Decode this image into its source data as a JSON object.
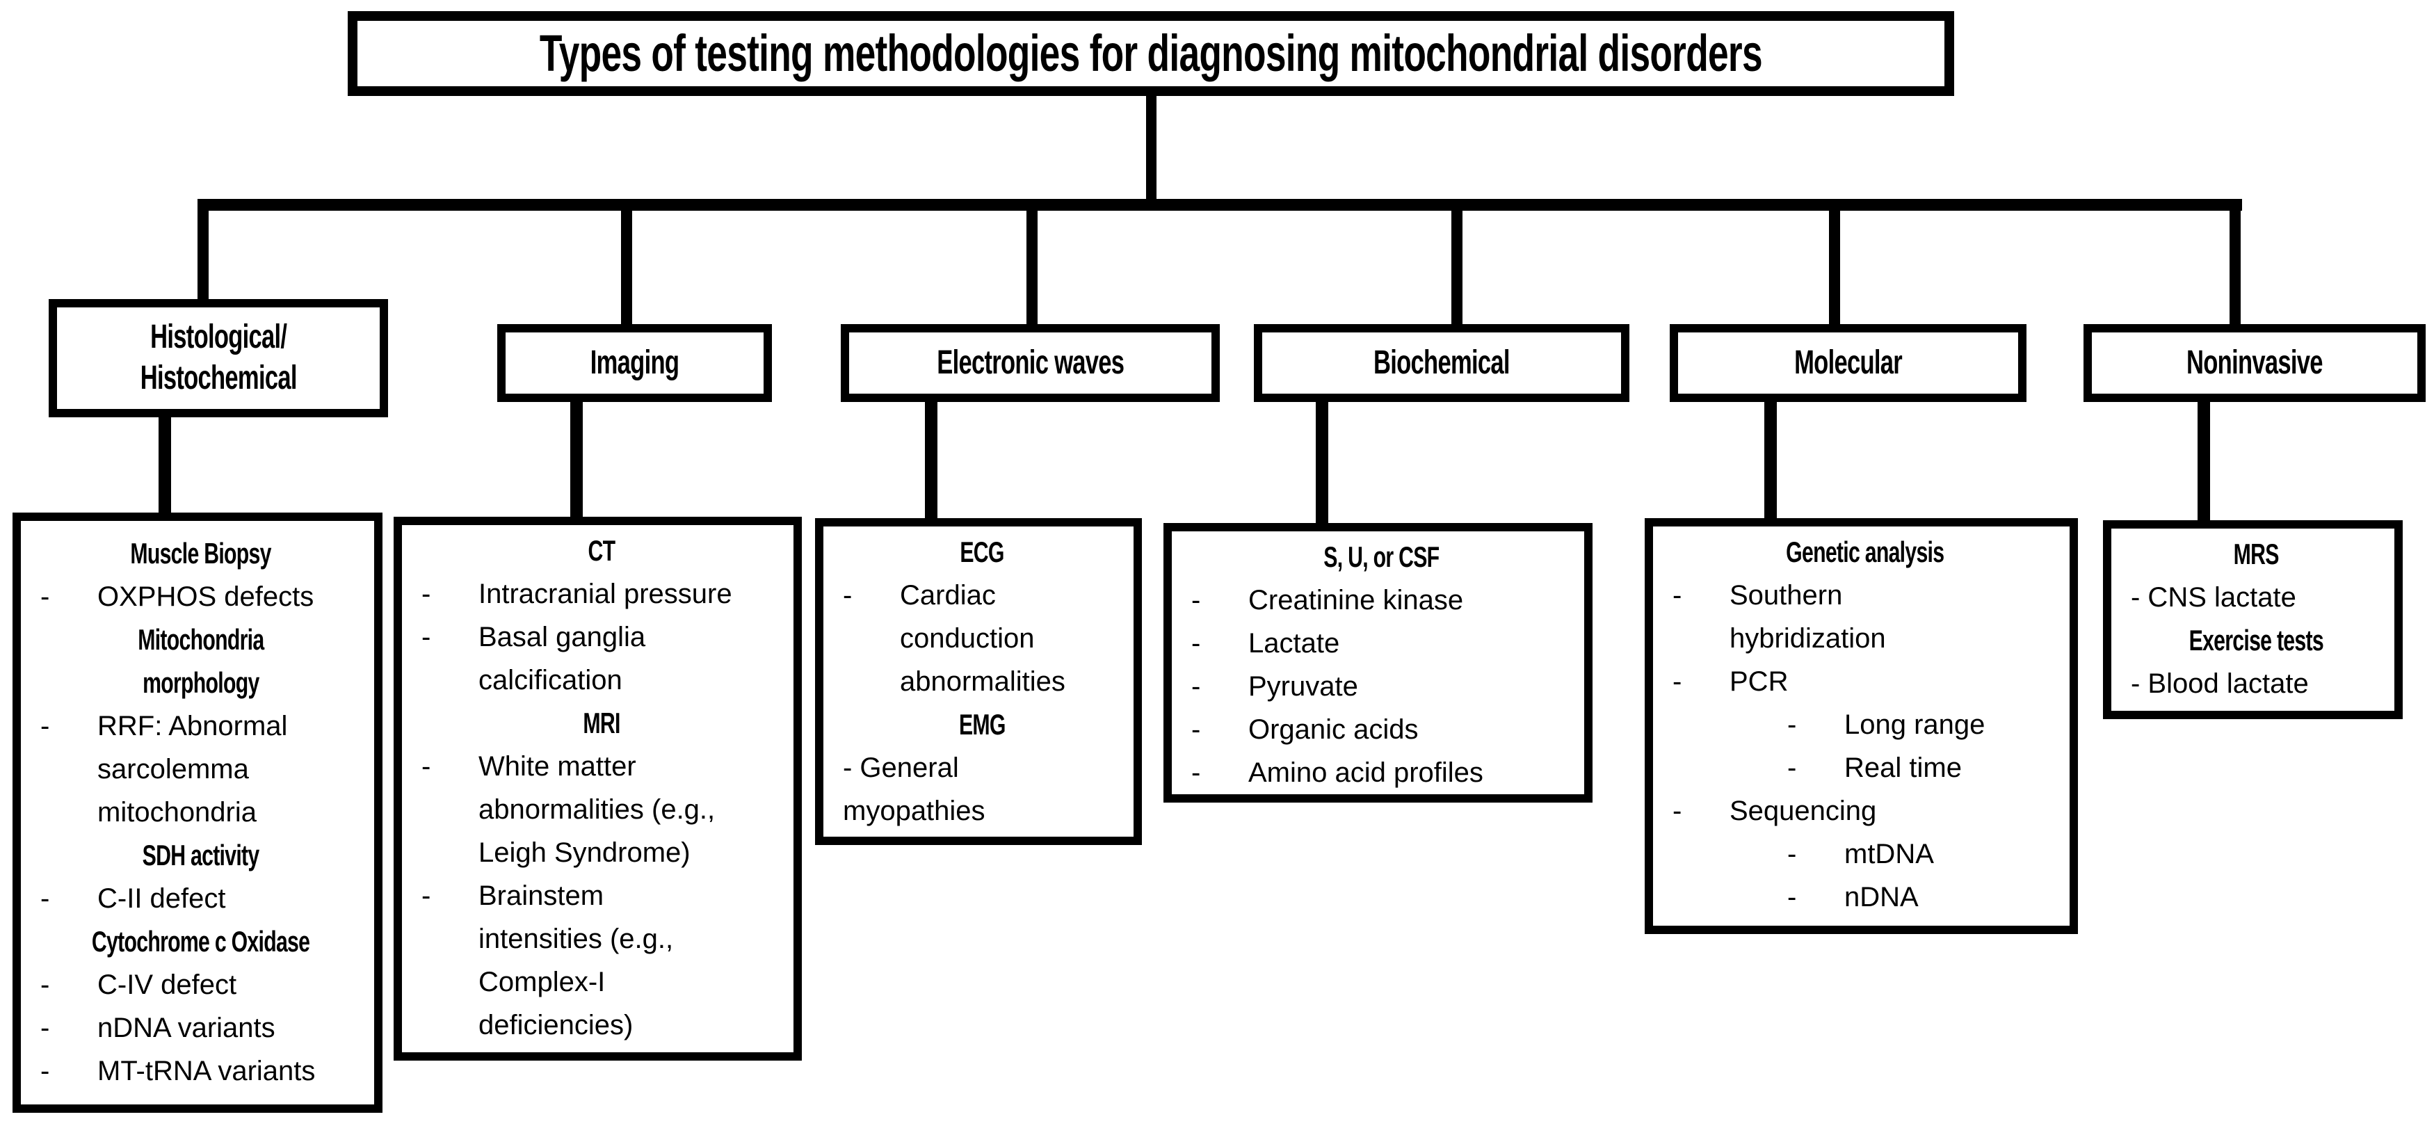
{
  "title": "Types of testing methodologies for diagnosing mitochondrial disorders",
  "dash": "-",
  "colors": {
    "foreground": "#000000",
    "background": "#ffffff"
  },
  "branches": [
    {
      "label": "Histological/\nHistochemical"
    },
    {
      "label": "Imaging"
    },
    {
      "label": "Electronic waves"
    },
    {
      "label": "Biochemical"
    },
    {
      "label": "Molecular"
    },
    {
      "label": "Noninvasive"
    }
  ],
  "boxes": [
    {
      "category": "Histological/Histochemical",
      "content": [
        {
          "type": "h",
          "text": "Muscle Biopsy"
        },
        {
          "type": "li",
          "text": "OXPHOS defects"
        },
        {
          "type": "h",
          "text": "Mitochondria\nmorphology"
        },
        {
          "type": "li",
          "text": "RRF: Abnormal\nsarcolemma\nmitochondria"
        },
        {
          "type": "h",
          "text": "SDH activity"
        },
        {
          "type": "li",
          "text": "C-II defect"
        },
        {
          "type": "h",
          "text": "Cytochrome c Oxidase"
        },
        {
          "type": "li",
          "text": "C-IV defect"
        },
        {
          "type": "li",
          "text": "nDNA variants"
        },
        {
          "type": "li",
          "text": "MT-tRNA variants"
        }
      ]
    },
    {
      "category": "Imaging",
      "content": [
        {
          "type": "h",
          "text": "CT"
        },
        {
          "type": "li",
          "text": "Intracranial pressure"
        },
        {
          "type": "li",
          "text": "Basal ganglia\ncalcification"
        },
        {
          "type": "h",
          "text": "MRI"
        },
        {
          "type": "li",
          "text": "White matter\nabnormalities (e.g.,\nLeigh Syndrome)"
        },
        {
          "type": "li",
          "text": "Brainstem\nintensities (e.g.,\nComplex-I\ndeficiencies)"
        }
      ]
    },
    {
      "category": "Electronic waves",
      "content": [
        {
          "type": "h",
          "text": "ECG"
        },
        {
          "type": "li",
          "text": "Cardiac\nconduction\nabnormalities"
        },
        {
          "type": "h",
          "text": "EMG"
        },
        {
          "type": "p",
          "text": "- General\nmyopathies"
        }
      ]
    },
    {
      "category": "Biochemical",
      "content": [
        {
          "type": "h",
          "text": "S, U, or CSF"
        },
        {
          "type": "li",
          "text": "Creatinine kinase"
        },
        {
          "type": "li",
          "text": "Lactate"
        },
        {
          "type": "li",
          "text": "Pyruvate"
        },
        {
          "type": "li",
          "text": "Organic acids"
        },
        {
          "type": "li",
          "text": "Amino acid profiles"
        }
      ]
    },
    {
      "category": "Molecular",
      "content": [
        {
          "type": "h",
          "text": "Genetic analysis"
        },
        {
          "type": "li",
          "text": "Southern\nhybridization"
        },
        {
          "type": "li",
          "text": "PCR"
        },
        {
          "type": "li2",
          "text": "Long range"
        },
        {
          "type": "li2",
          "text": "Real time"
        },
        {
          "type": "li",
          "text": "Sequencing"
        },
        {
          "type": "li2",
          "text": "mtDNA"
        },
        {
          "type": "li2",
          "text": "nDNA"
        }
      ]
    },
    {
      "category": "Noninvasive",
      "content": [
        {
          "type": "h",
          "text": "MRS"
        },
        {
          "type": "p",
          "text": "- CNS lactate"
        },
        {
          "type": "h",
          "text": "Exercise tests"
        },
        {
          "type": "p",
          "text": "- Blood lactate"
        }
      ]
    }
  ]
}
